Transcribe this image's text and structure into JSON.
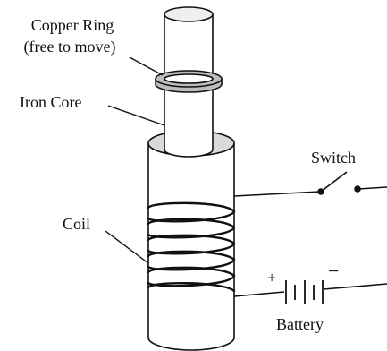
{
  "labels": {
    "copper_ring_line1": "Copper Ring",
    "copper_ring_line2": "(free to move)",
    "iron_core": "Iron Core",
    "switch": "Switch",
    "coil": "Coil",
    "battery": "Battery",
    "battery_positive": "+",
    "battery_negative": "−"
  },
  "colors": {
    "stroke": "#111111",
    "fill": "#ffffff",
    "ring_fill": "#bdbdbd",
    "tube_inner": "#d9d9d9",
    "core_top": "#efefef"
  },
  "coil": {
    "turns": 6
  }
}
